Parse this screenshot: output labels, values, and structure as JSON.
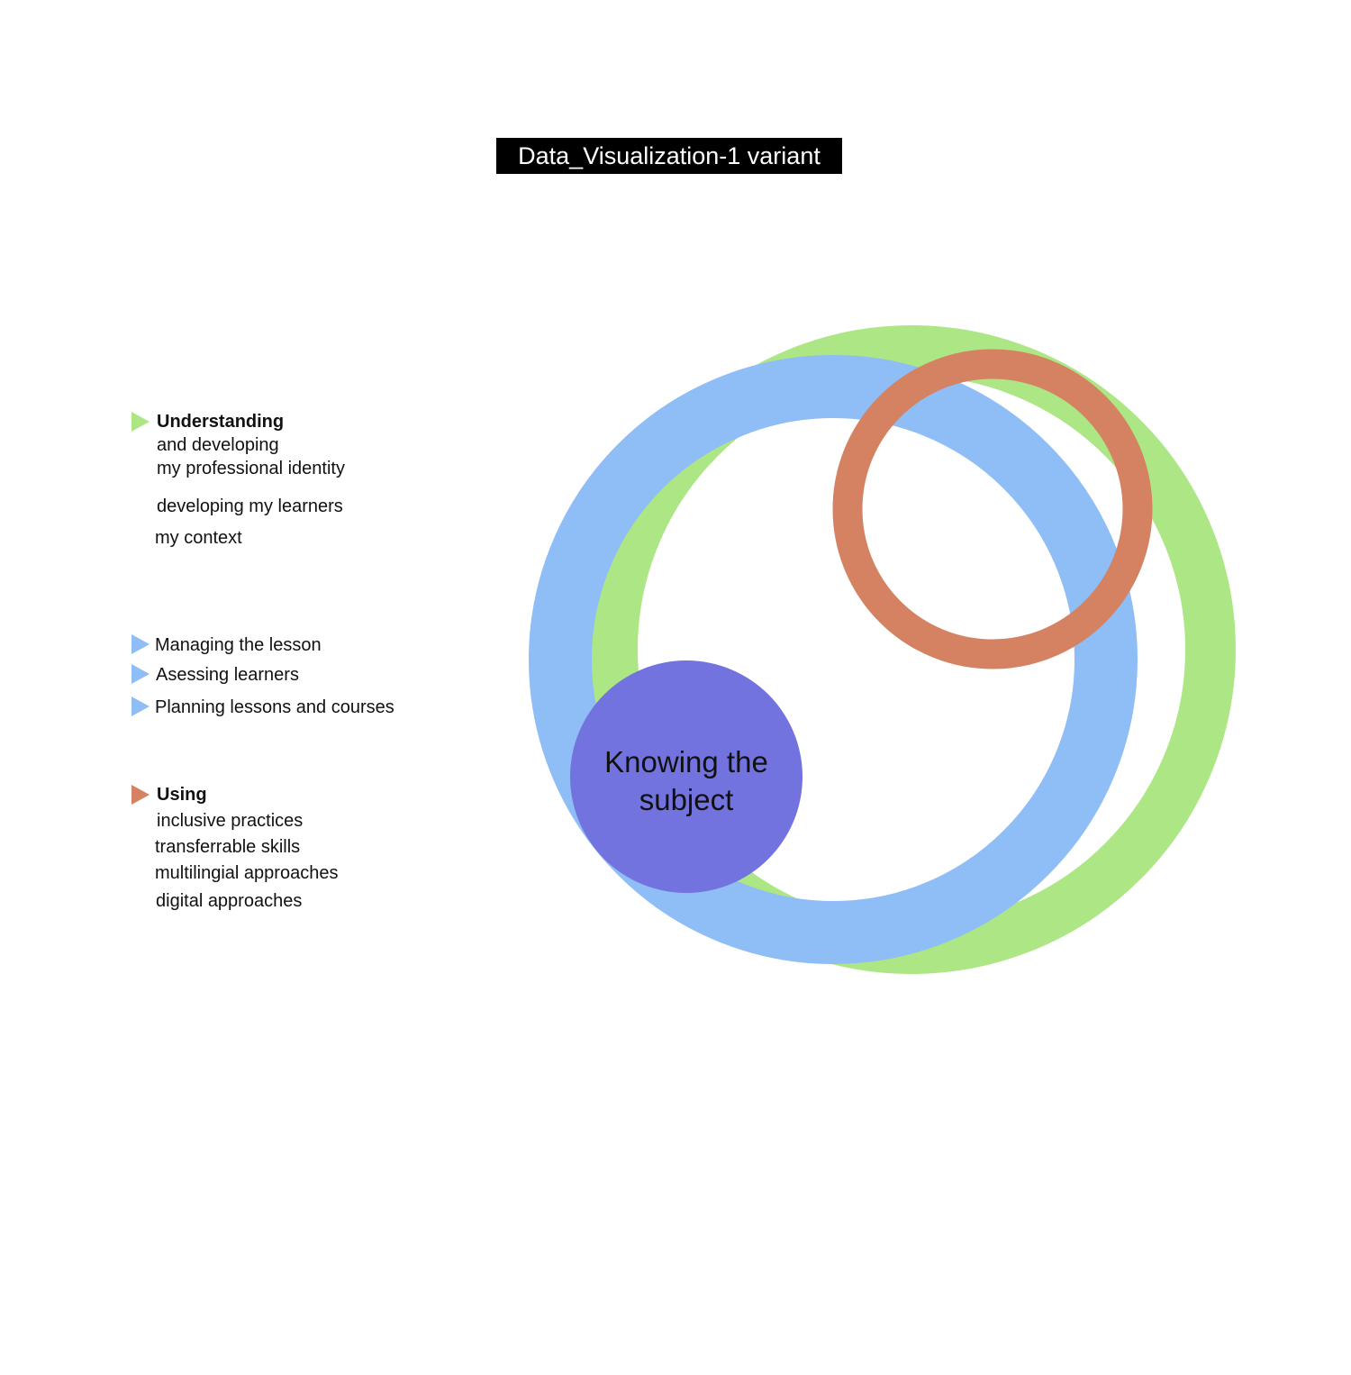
{
  "title": "Data_Visualization-1 variant",
  "colors": {
    "green": "#ade684",
    "blue": "#8fbdf5",
    "orange": "#d48262",
    "purple": "#7373e0"
  },
  "center_label": {
    "line1": "Knowing the",
    "line2": "subject"
  },
  "legend": {
    "understanding": {
      "heading": "Understanding",
      "line1": "and developing",
      "line2": "my professional identity",
      "line3": "developing my learners",
      "line4": "my context"
    },
    "managing": {
      "item1": "Managing the lesson",
      "item2": "Asessing learners",
      "item3": "Planning lessons and courses"
    },
    "using": {
      "heading": "Using",
      "line1": "inclusive practices",
      "line2": "transferrable skills",
      "line3": "multilingial approaches",
      "line4": "digital approaches"
    }
  }
}
